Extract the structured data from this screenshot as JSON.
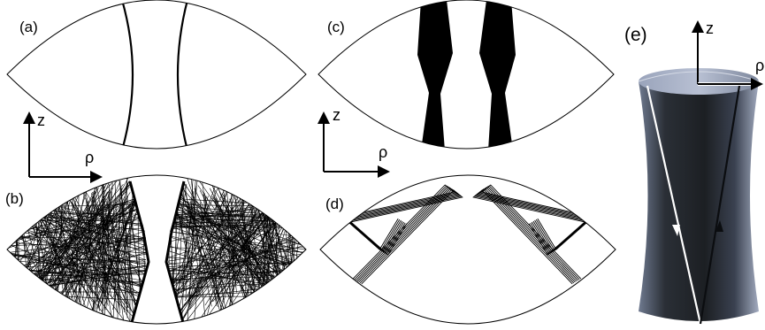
{
  "panels": {
    "a": {
      "label": "(a)"
    },
    "b": {
      "label": "(b)"
    },
    "c": {
      "label": "(c)"
    },
    "d": {
      "label": "(d)"
    },
    "e": {
      "label": "(e)"
    }
  },
  "axes": {
    "left": {
      "z": "z",
      "rho": "ρ"
    },
    "mid": {
      "z": "z",
      "rho": "ρ"
    },
    "right": {
      "z": "z",
      "rho": "ρ"
    }
  },
  "colors": {
    "ink": "#000000",
    "paper": "#ffffff",
    "hyperboloid_dark": "#1e2226",
    "hyperboloid_light": "#9fa9bd"
  }
}
